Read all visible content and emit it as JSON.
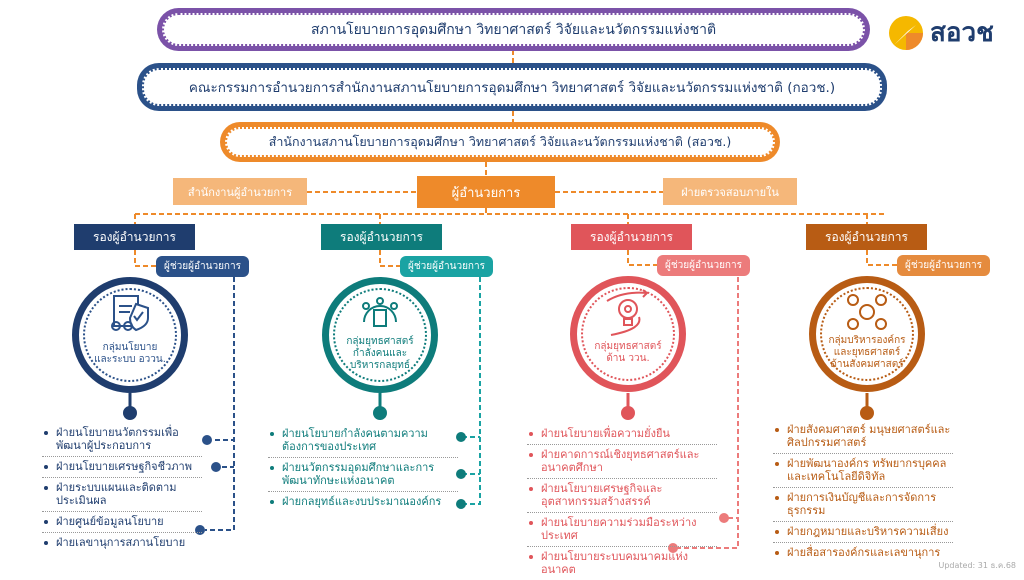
{
  "logo": {
    "text": "สอวช"
  },
  "council": "สภานโยบายการอุดมศึกษา วิทยาศาสตร์ วิจัยและนวัตกรรมแห่งชาติ",
  "board": "คณะกรรมการอำนวยการสำนักงานสภานโยบายการอุดมศึกษา วิทยาศาสตร์ วิจัยและนวัตกรรมแห่งชาติ (กอวช.)",
  "office": "สำนักงานสภานโยบายการอุดมศึกษา วิทยาศาสตร์ วิจัยและนวัตกรรมแห่งชาติ (สอวช.)",
  "director_office": "สำนักงานผู้อำนวยการ",
  "director": "ผู้อำนวยการ",
  "internal_audit": "ฝ่ายตรวจสอบภายใน",
  "colors": {
    "purple": "#7b52a8",
    "navy": "#2b5189",
    "orange": "#ee8a2a",
    "light_orange": "#f5b77a"
  },
  "groups": [
    {
      "deputy": "รองผู้อำนวยการ",
      "assistant": "ผู้ช่วยผู้อำนวยการ",
      "name1": "กลุ่มนโยบาย",
      "name2": "และระบบ อววน.",
      "name3": "",
      "color": "#1f3d6e",
      "accent": "#2b5189",
      "units": [
        "ฝ่ายนโยบายนวัตกรรมเพื่อพัฒนาผู้ประกอบการ",
        "ฝ่ายนโยบายเศรษฐกิจชีวภาพ",
        "ฝ่ายระบบแผนและติดตามประเมินผล",
        "ฝ่ายศูนย์ข้อมูลนโยบาย",
        "ฝ่ายเลขานุการสภานโยบาย"
      ]
    },
    {
      "deputy": "รองผู้อำนวยการ",
      "assistant": "ผู้ช่วยผู้อำนวยการ",
      "name1": "กลุ่มยุทธศาสตร์",
      "name2": "กำลังคนและ",
      "name3": "บริหารกลยุทธ์",
      "color": "#0e7c7b",
      "accent": "#1aa3a3",
      "units": [
        "ฝ่ายนโยบายกำลังคนตามความต้องการของประเทศ",
        "ฝ่ายนวัตกรรมอุดมศึกษาและการพัฒนาทักษะแห่งอนาคต",
        "ฝ่ายกลยุทธ์และงบประมาณองค์กร"
      ]
    },
    {
      "deputy": "รองผู้อำนวยการ",
      "assistant": "ผู้ช่วยผู้อำนวยการ",
      "name1": "กลุ่มยุทธศาสตร์",
      "name2": "ด้าน ววน.",
      "name3": "",
      "color": "#e0555a",
      "accent": "#ec7b7b",
      "units": [
        "ฝ่ายนโยบายเพื่อความยั่งยืน",
        "ฝ่ายคาดการณ์เชิงยุทธศาสตร์และอนาคตศึกษา",
        "ฝ่ายนโยบายเศรษฐกิจและอุตสาหกรรมสร้างสรรค์",
        "ฝ่ายนโยบายความร่วมมือระหว่างประเทศ",
        "ฝ่ายนโยบายระบบคมนาคมแห่งอนาคต"
      ]
    },
    {
      "deputy": "รองผู้อำนวยการ",
      "assistant": "ผู้ช่วยผู้อำนวยการ",
      "name1": "กลุ่มบริหารองค์กร",
      "name2": "และยุทธศาสตร์",
      "name3": "ด้านสังคมศาสตร์",
      "color": "#b85c14",
      "accent": "#e58b3e",
      "units": [
        "ฝ่ายสังคมศาสตร์ มนุษยศาสตร์และศิลปกรรมศาสตร์",
        "ฝ่ายพัฒนาองค์กร ทรัพยากรบุคคลและเทคโนโลยีดิจิทัล",
        "ฝ่ายการเงินบัญชีและการจัดการธุรกรรม",
        "ฝ่ายกฎหมายและบริหารความเสี่ยง",
        "ฝ่ายสื่อสารองค์กรและเลขานุการ"
      ]
    }
  ],
  "updated": "Updated: 31 ธ.ค.68"
}
